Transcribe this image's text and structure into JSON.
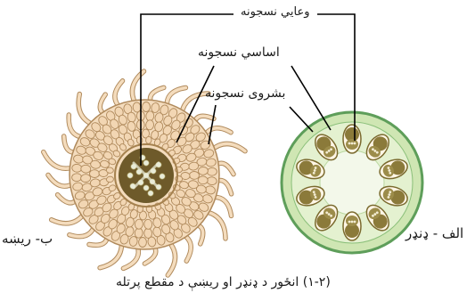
{
  "labels": {
    "vascular_tissue": "وعایي نسجونه",
    "ground_tissue": "اساسي نسجونه",
    "epidermal_tissue": "بشروی نسجونه",
    "stem": "الف - ډنډر",
    "root": "ب- ریښه"
  },
  "caption": "(۱-۲) انځور د ډنډر او ریښې د مقطع پرتله",
  "colors": {
    "stem_ring": "#5e9e5a",
    "stem_fill": "#d8ebbf",
    "bundle": "#7a6a2e",
    "root_cells": "#f2d6b3",
    "root_outline": "#b08a5c",
    "root_core": "#6e5a2a",
    "leader_line": "#000000"
  }
}
